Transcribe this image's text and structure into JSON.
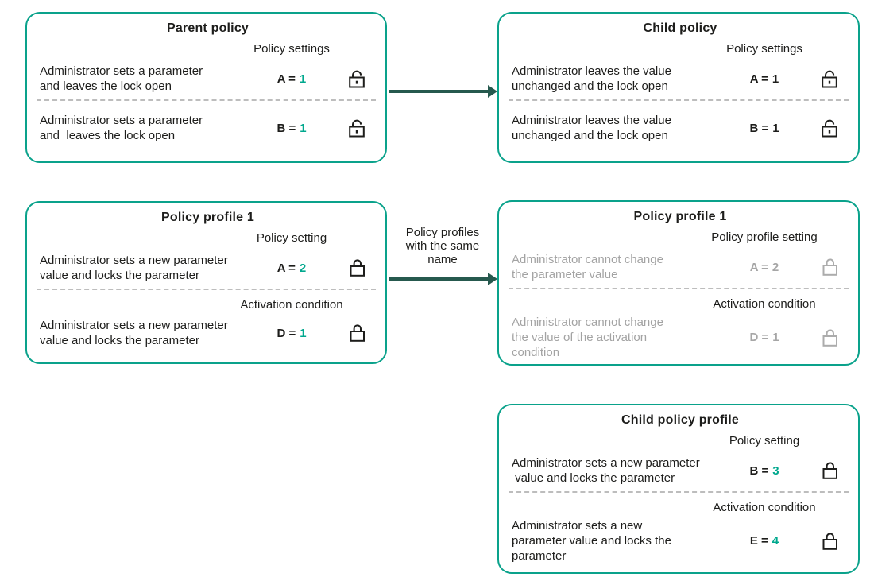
{
  "palette": {
    "box_border_teal": "#0AA28B",
    "accent_value_teal": "#00A88E",
    "arrow_dark_teal": "#26594E",
    "text_dark": "#1D1D1B",
    "text_muted_gray": "#A6A6A6",
    "lock_gray": "#ACACAC",
    "divider_gray": "#BDBDBD"
  },
  "arrows": {
    "parent_to_child": {
      "label": ""
    },
    "profile_to_profile": {
      "label": "Policy profiles\nwith the same\nname"
    }
  },
  "boxes": {
    "parent_policy": {
      "title": "Parent policy",
      "rows": [
        {
          "label": "Policy settings",
          "desc": "Administrator sets a parameter\nand leaves the lock open",
          "param": "A =",
          "value": "1",
          "lock": "lock-open-icon"
        },
        {
          "desc": "Administrator sets a parameter\nand  leaves the lock open",
          "param": "B =",
          "value": "1",
          "lock": "lock-open-icon"
        }
      ]
    },
    "child_policy": {
      "title": "Child policy",
      "rows": [
        {
          "label": "Policy settings",
          "desc": "Administrator leaves the value\nunchanged and the lock open",
          "param": "A =",
          "value": "1",
          "lock": "lock-open-icon"
        },
        {
          "desc": "Administrator leaves the value\nunchanged and the lock open",
          "param": "B =",
          "value": "1",
          "lock": "lock-open-icon"
        }
      ]
    },
    "policy_profile_source": {
      "title": "Policy profile 1",
      "rows": [
        {
          "label": "Policy setting",
          "desc": "Administrator sets a new parameter\nvalue and locks the parameter",
          "param": "A =",
          "value": "2",
          "lock": "lock-closed-icon"
        },
        {
          "label": "Activation condition",
          "desc": "Administrator sets a new parameter\nvalue and locks the parameter",
          "param": "D =",
          "value": "1",
          "lock": "lock-closed-icon"
        }
      ]
    },
    "policy_profile_target": {
      "title": "Policy profile 1",
      "rows": [
        {
          "label": "Policy profile setting",
          "desc": "Administrator cannot change\nthe parameter value",
          "param": "A =",
          "value": "2",
          "lock": "lock-closed-gray-icon"
        },
        {
          "label": "Activation condition",
          "desc": "Administrator cannot change\nthe value of the activation\ncondition",
          "param": "D =",
          "value": "1",
          "lock": "lock-closed-gray-icon"
        }
      ]
    },
    "child_policy_profile": {
      "title": "Child policy profile",
      "rows": [
        {
          "label": "Policy setting",
          "desc": "Administrator sets a new parameter\n value and locks the parameter",
          "param": "B =",
          "value": "3",
          "lock": "lock-closed-icon"
        },
        {
          "label": "Activation condition",
          "desc": "Administrator sets a new\nparameter value and locks the\nparameter",
          "param": "E =",
          "value": "4",
          "lock": "lock-closed-icon"
        }
      ]
    }
  }
}
